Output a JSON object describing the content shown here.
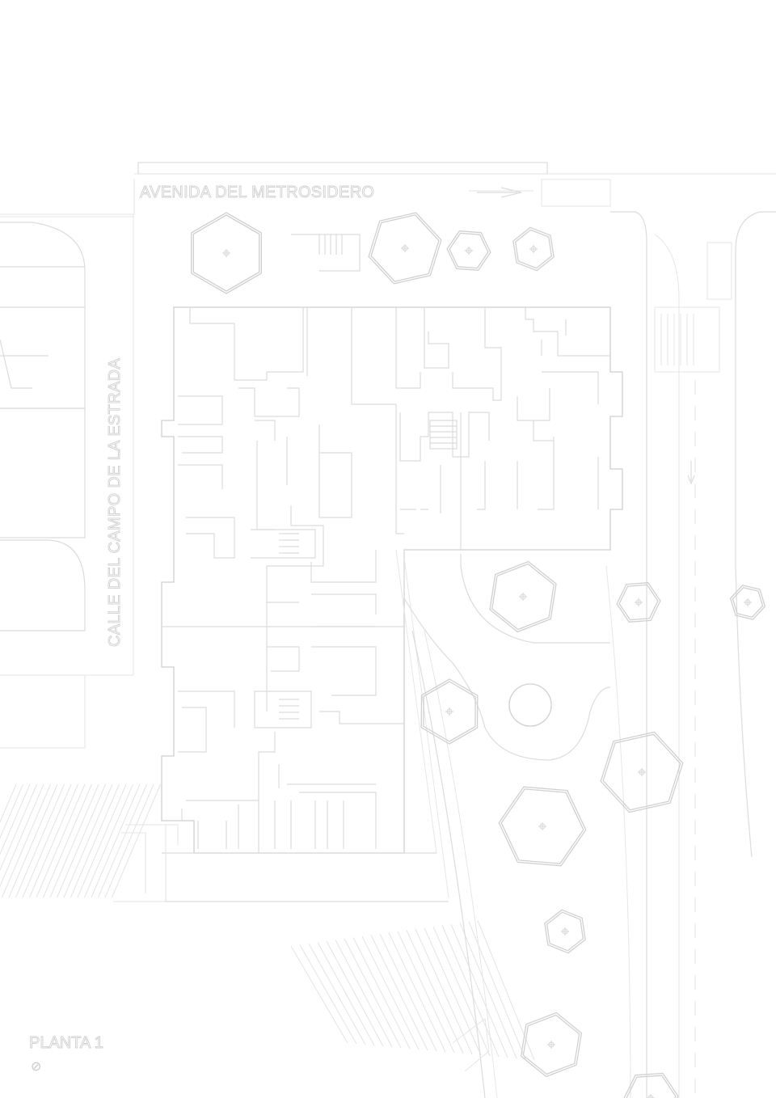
{
  "streets": {
    "north": "AVENIDA DEL METROSIDERO",
    "west": "CALLE DEL CAMPO DE LA ESTRADA"
  },
  "plan_title": "PLANTA 1",
  "north_symbol": "⊘",
  "colors": {
    "background": "#ffffff",
    "line": "#d6d6d6"
  },
  "trees": [
    {
      "id": 1,
      "hexagon": true
    },
    {
      "id": 2,
      "hexagon": true
    },
    {
      "id": 3,
      "hexagon": true
    },
    {
      "id": 4,
      "hexagon": true
    },
    {
      "id": 5,
      "hexagon": true
    },
    {
      "id": 6,
      "hexagon": true
    },
    {
      "id": 7,
      "hexagon": true
    },
    {
      "id": 8,
      "hexagon": true
    },
    {
      "id": 9,
      "hexagon": true
    },
    {
      "id": 10,
      "hexagon": true
    },
    {
      "id": 11,
      "hexagon": true
    },
    {
      "id": 12,
      "hexagon": true
    },
    {
      "id": 13,
      "hexagon": true
    }
  ]
}
